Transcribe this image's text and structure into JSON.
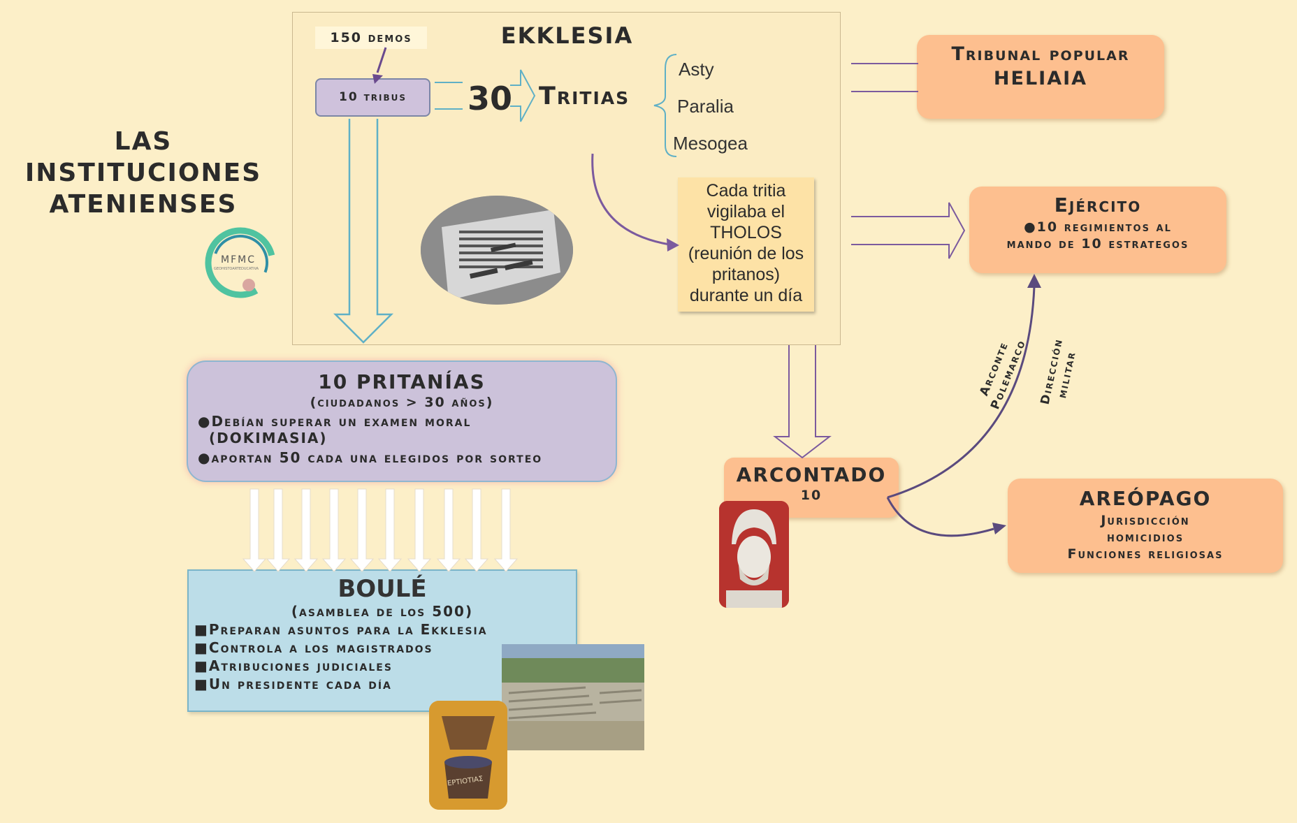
{
  "main_title": [
    "LAS",
    "INSTITUCIONES",
    "ATENIENSES"
  ],
  "logo_text": "MFMC",
  "logo_subtext": "GEOHISTOARTEDUCATIVA",
  "ekklesia": {
    "title": "EKKLESIA",
    "demos": "150 demos",
    "tribus": "10 tribus",
    "number": "30",
    "tritias": "Tritias",
    "regions": [
      "Asty",
      "Paralia",
      "Mesogea"
    ],
    "tholos_note": [
      "Cada tritia",
      "vigilaba el",
      "THOLOS",
      "(reunión de los",
      "pritanos)",
      "durante un día"
    ]
  },
  "heliaia": {
    "line1": "Tribunal popular",
    "line2": "HELIAIA"
  },
  "ejercito": {
    "title": "Ejército",
    "line1": "●10 regimientos al",
    "line2": "mando de 10 estrategos"
  },
  "pritanias": {
    "title": "10 PRITANÍAS",
    "subtitle": "(ciudadanos > 30 años)",
    "items": [
      "●Debían superar un examen moral",
      "(DOKIMASIA)",
      "●aportan 50 cada una elegidos por sorteo"
    ]
  },
  "boule": {
    "title": "BOULÉ",
    "subtitle": "(asamblea de los 500)",
    "items": [
      "■Preparan asuntos para la Ekklesia",
      "■Controla a los magistrados",
      "■Atribuciones judiciales",
      "■Un presidente cada día"
    ]
  },
  "arcontado": {
    "title": "ARCONTADO",
    "number": "10"
  },
  "areopago": {
    "title": "AREÓPAGO",
    "items": [
      "Jurisdicción",
      "homicidios",
      "Funciones religiosas"
    ]
  },
  "arrow_labels": {
    "arconte": [
      "Arconte",
      "Polemarco"
    ],
    "direccion": [
      "Dirección",
      "militar"
    ]
  },
  "vase_text": "EPTIOTIAΣ"
}
